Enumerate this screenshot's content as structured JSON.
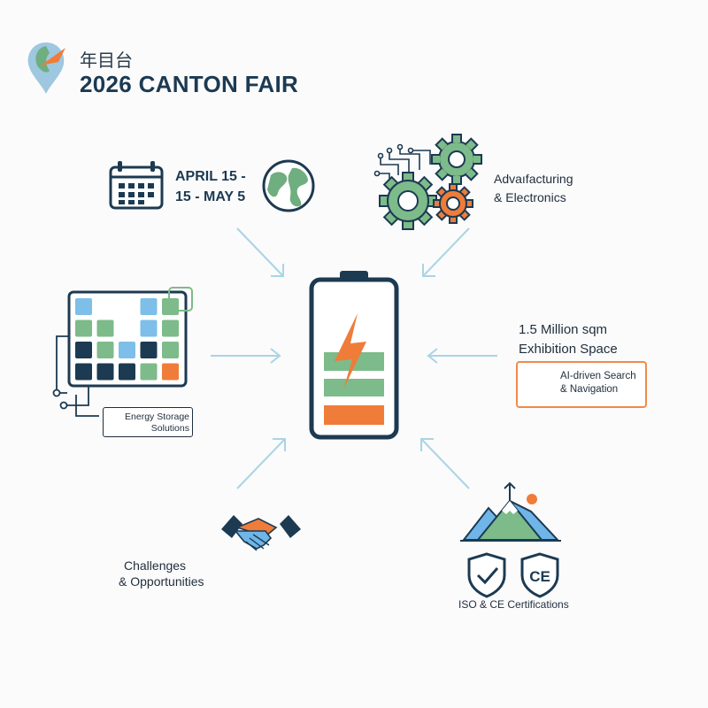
{
  "header": {
    "chinese_title": "年目台",
    "title": "2026 CANTON FAIR"
  },
  "date": {
    "line1": "APRIL 15 -",
    "line2": "15 - MAY 5"
  },
  "manufacturing": {
    "line1": "Advaıfacturing",
    "line2": "& Electronics"
  },
  "exhibition": {
    "line1": "1.5 Million sqm",
    "line2": "Exhibition Space"
  },
  "ai_feature": {
    "line1": "AI-driven Search",
    "line2": "& Navigation"
  },
  "energy_storage": {
    "line1": "Energy Storage",
    "line2": "Solutions"
  },
  "challenges": {
    "line1": "Challenges",
    "line2": "& Opportunities"
  },
  "certifications": {
    "label": "ISO & CE Certifications",
    "ce_mark": "CE"
  },
  "colors": {
    "navy": "#1c3a52",
    "green": "#7dbb8a",
    "orange": "#f07c3a",
    "blue": "#6fb5e8",
    "teal": "#5aa9a0",
    "arrow": "#a9d4e6"
  },
  "icons": [
    "logo-icon",
    "calendar-icon",
    "globe-icon",
    "circuit-icon",
    "gear-icon",
    "battery-icon",
    "lightning-icon",
    "grid-panel-icon",
    "brain-icon",
    "handshake-icon",
    "mountain-icon",
    "shield-check-icon",
    "shield-ce-icon"
  ]
}
